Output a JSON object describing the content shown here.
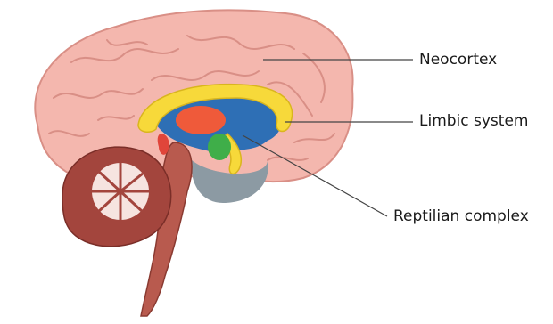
{
  "labels": {
    "neocortex": "Neocortex",
    "limbic_system": "Limbic system",
    "reptilian_complex": "Reptilian complex"
  },
  "colors": {
    "cortex_fill": "#f4b7ae",
    "cortex_fold": "#d98f86",
    "limbic": "#f7d93a",
    "limbic_outline": "#d9b51e",
    "ventricle": "#2e6fb5",
    "thalamus": "#ef5a3a",
    "hypothalamus": "#3fae49",
    "brainstem": "#b85a4e",
    "cerebellum": "#a3453d",
    "cerebellum_white": "#f6e4e0",
    "midbrain_gray": "#8c9aa3",
    "leader_line": "#444444"
  }
}
